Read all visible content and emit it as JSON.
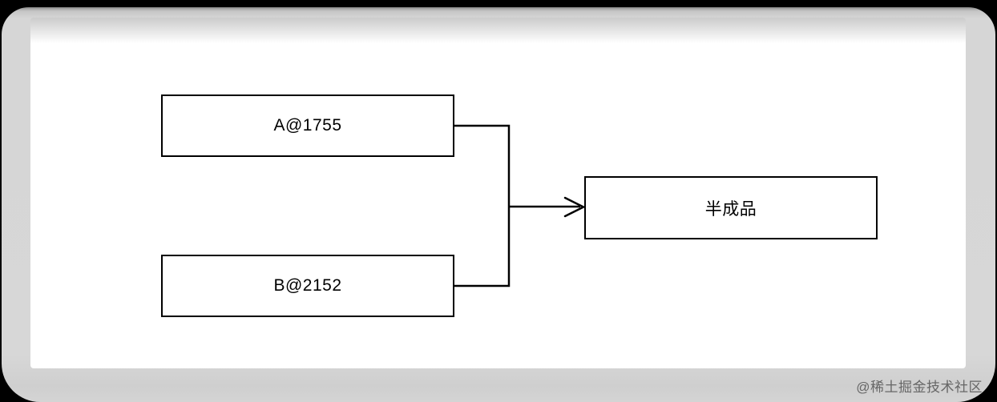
{
  "diagram": {
    "type": "flowchart",
    "nodes": [
      {
        "id": "A",
        "label": "A@1755"
      },
      {
        "id": "B",
        "label": "B@2152"
      },
      {
        "id": "result",
        "label": "半成品"
      }
    ],
    "edges": [
      {
        "from": "A",
        "to": "result",
        "arrow": "open-arrowhead"
      },
      {
        "from": "B",
        "to": "result",
        "arrow": "open-arrowhead"
      }
    ]
  },
  "watermark": {
    "text": "@稀土掘金技术社区"
  },
  "colors": {
    "page_background": "#000000",
    "frame_gray": "#d7d7d7",
    "panel_white": "#ffffff",
    "node_border": "#000000",
    "edge_stroke": "#000000",
    "watermark_text": "#666666"
  }
}
